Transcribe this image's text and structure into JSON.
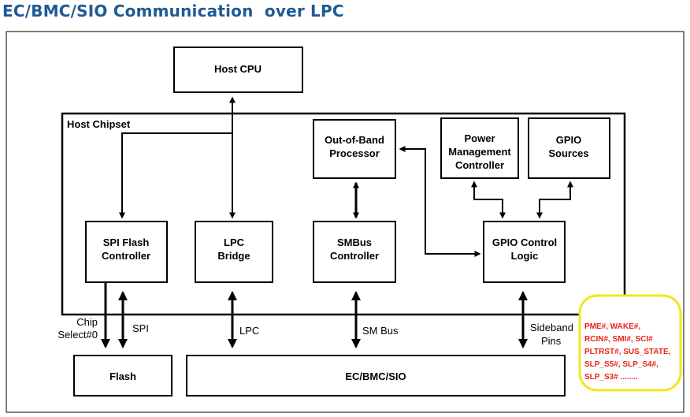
{
  "title": "EC/BMC/SIO Communication  over LPC",
  "host_chipset_label": "Host Chipset",
  "blocks": {
    "host_cpu": [
      "Host CPU"
    ],
    "out_of_band": [
      "Out-of-Band",
      "Processor"
    ],
    "power_mgmt": [
      "Power",
      "Management",
      "Controller"
    ],
    "gpio_sources": [
      "GPIO",
      "Sources"
    ],
    "spi_flash_ctrl": [
      "SPI Flash",
      "Controller"
    ],
    "lpc_bridge": [
      "LPC",
      "Bridge"
    ],
    "smbus_ctrl": [
      "SMBus",
      "Controller"
    ],
    "gpio_ctrl": [
      "GPIO Control",
      "Logic"
    ],
    "flash": [
      "Flash"
    ],
    "ec_bmc_sio": [
      "EC/BMC/SIO"
    ]
  },
  "bus_labels": {
    "chip_select": [
      "Chip",
      "Select#0"
    ],
    "spi": "SPI",
    "lpc": "LPC",
    "sm_bus": "SM Bus",
    "sideband": [
      "Sideband",
      "Pins"
    ]
  },
  "callout": {
    "lines": [
      "PME#, WAKE#,",
      "RCIN#,  SMI#, SCI#",
      "PLTRST#, SUS_STATE,",
      "SLP_S5#, SLP_S4#,",
      "SLP_S3# ........"
    ],
    "border_color": "#f2e61a",
    "text_color": "#e8231a"
  },
  "colors": {
    "title": "#1f5a96"
  }
}
